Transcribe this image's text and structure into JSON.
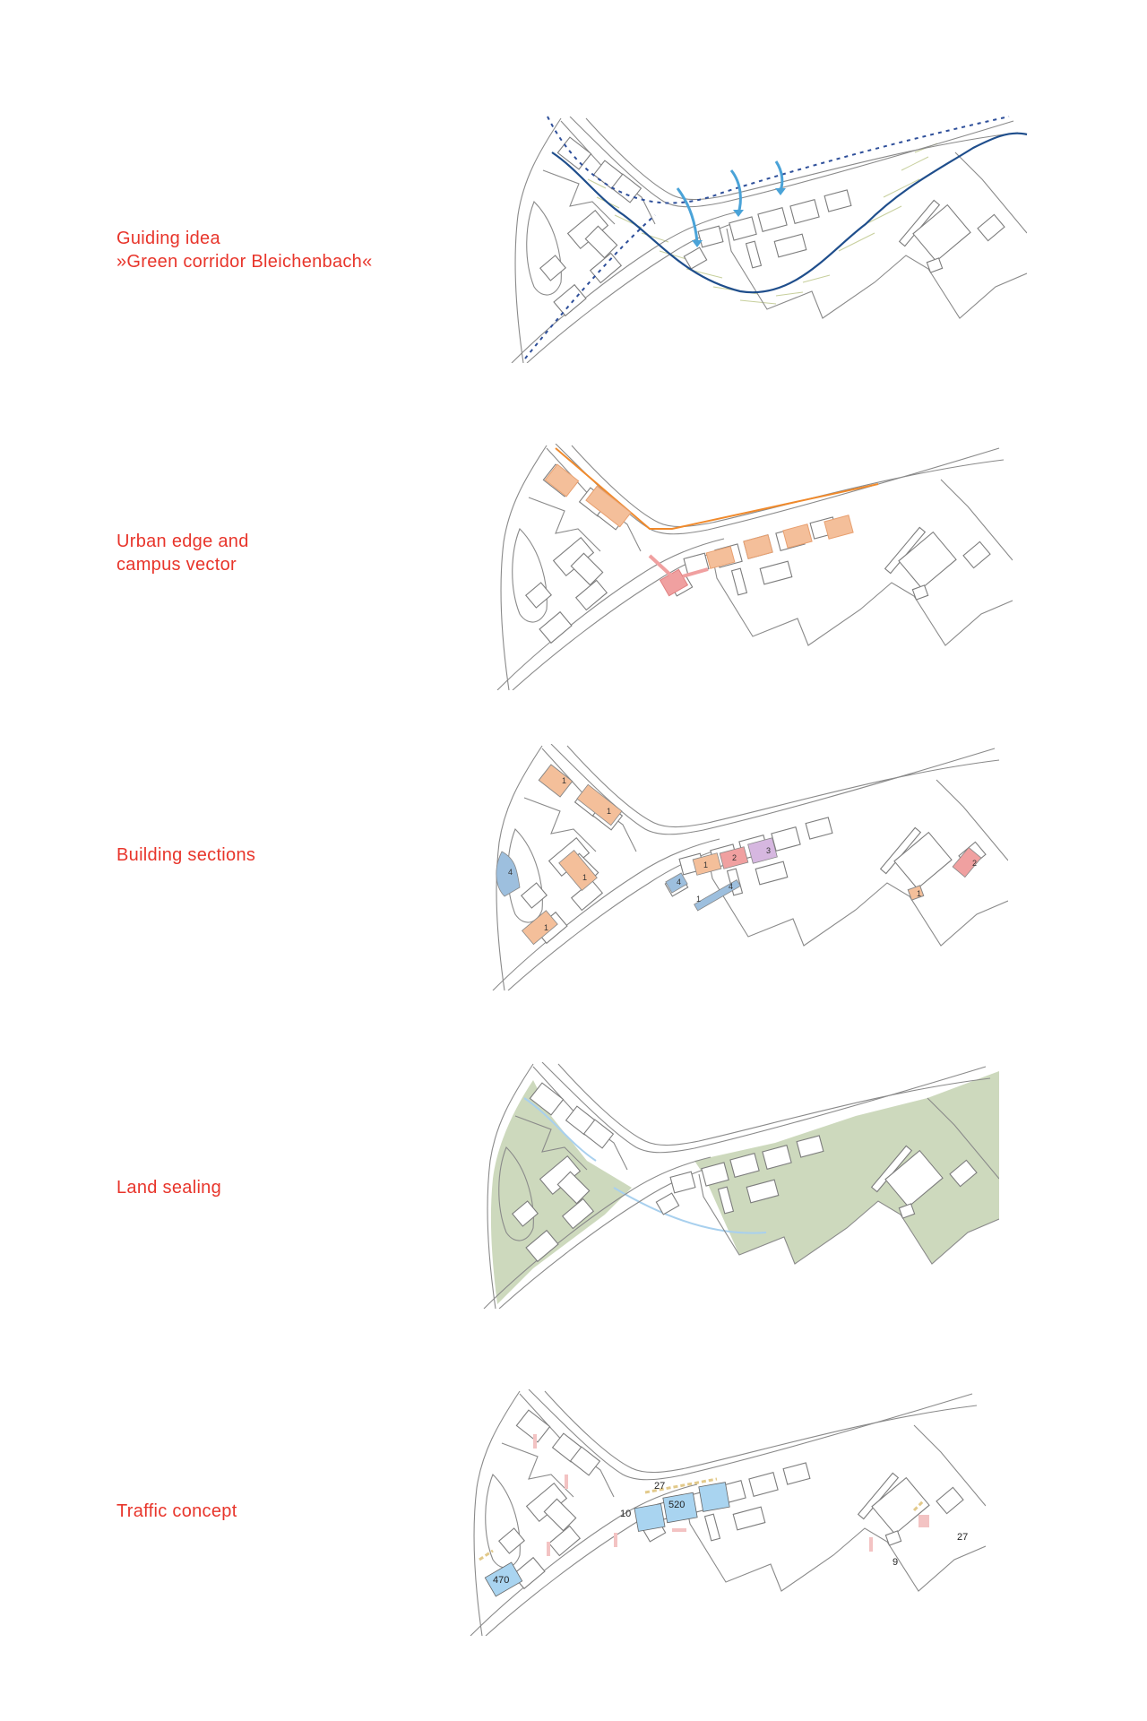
{
  "sections": [
    {
      "lines": [
        "Guiding idea",
        "»Green corridor Bleichenbach«"
      ]
    },
    {
      "lines": [
        "Urban edge and",
        "campus vector"
      ]
    },
    {
      "lines": [
        "Building sections"
      ]
    },
    {
      "lines": [
        "Land sealing"
      ]
    },
    {
      "lines": [
        "Traffic concept"
      ]
    }
  ],
  "building_sections": {
    "tags": [
      "1",
      "1",
      "1",
      "1",
      "4",
      "1",
      "2",
      "3",
      "4",
      "1",
      "4",
      "1",
      "2"
    ]
  },
  "traffic": {
    "counts": [
      "470",
      "520",
      "27",
      "10",
      "27",
      "9"
    ]
  },
  "colors": {
    "label": "#e8352b",
    "stream": "#1f4e8c",
    "arrow": "#4aa3d8",
    "orange": "#f4bf9a",
    "orange_line": "#f08a2c",
    "pink": "#f0a0a0",
    "purple": "#d6b7e0",
    "blue_building": "#9dbfde",
    "green": "#cdd9bd",
    "parking": "#a9d4f0"
  }
}
